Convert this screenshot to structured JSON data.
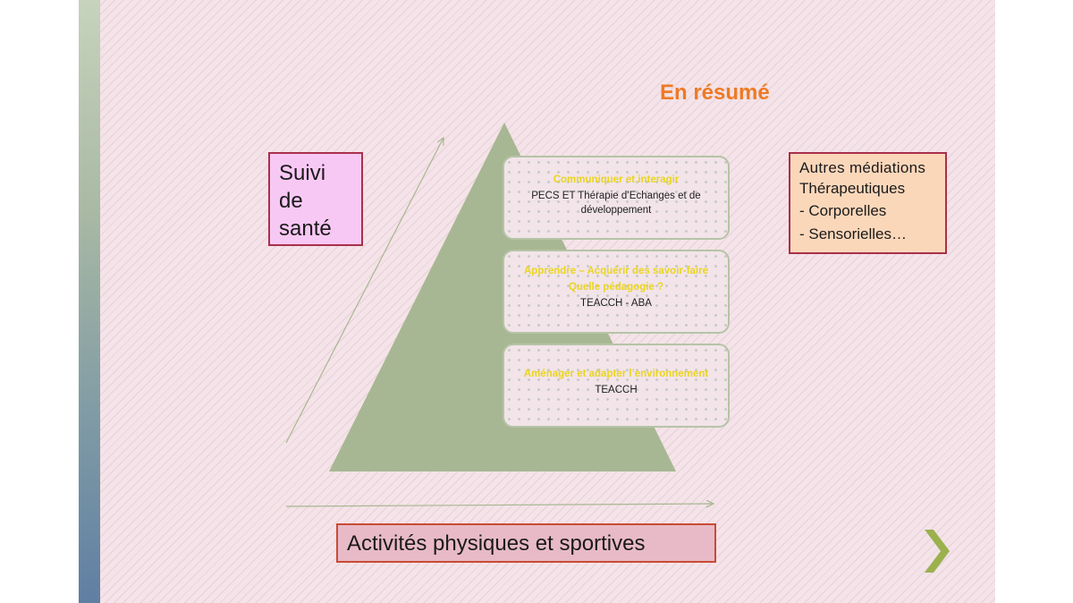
{
  "header": {
    "note": ""
  },
  "title": "En résumé",
  "pyramid": {
    "tiers": [
      {
        "heading": "Communiquer et interagir",
        "lines": [
          "PECS ET Thérapie d’Echanges et de",
          "développement"
        ]
      },
      {
        "heading": "Apprendre – Acquérir des savoir-faire",
        "lines": [
          "Quelle pédagogie ?",
          "TEACCH - ABA"
        ]
      },
      {
        "heading": "Aménager et adapter l’environnement",
        "lines": [
          "TEACCH"
        ]
      }
    ]
  },
  "side_left": {
    "lines": [
      "Suivi",
      "de",
      "santé"
    ]
  },
  "side_right": {
    "lines": [
      "Autres médiations",
      "Thérapeutiques",
      "- Corporelles",
      "- Sensorielles…"
    ]
  },
  "bottom_box": "Activités physiques et sportives",
  "colors": {
    "title": "#ee7a24",
    "pyramid": "#a8b793",
    "tier_heading": "#e9d520",
    "box_border": "#a8304c",
    "box_suivi": "#f8c8f4",
    "box_autres": "#fbd7ba",
    "box_activites": "#e8bac8",
    "chevron": "#9bb14d"
  },
  "icons": {
    "next": "chevron-right-icon"
  }
}
